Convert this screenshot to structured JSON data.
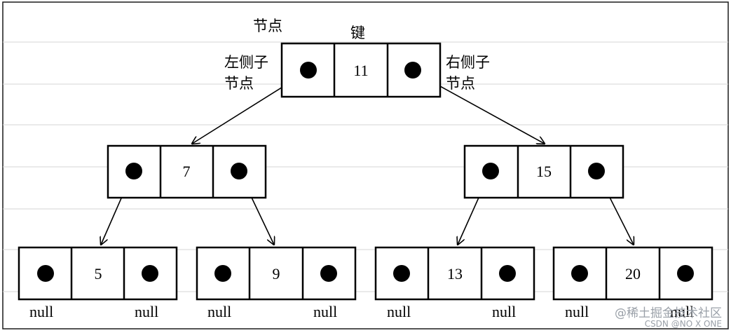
{
  "annotations": {
    "node_label": "节点",
    "key_label": "键",
    "left_child_line1": "左侧子",
    "left_child_line2": "节点",
    "right_child_line1": "右侧子",
    "right_child_line2": "节点"
  },
  "tree": {
    "root": {
      "key": "11",
      "left": {
        "key": "7",
        "left": {
          "key": "5",
          "left": "null",
          "right": "null"
        },
        "right": {
          "key": "9",
          "left": "null",
          "right": "null"
        }
      },
      "right": {
        "key": "15",
        "left": {
          "key": "13",
          "left": "null",
          "right": "null"
        },
        "right": {
          "key": "20",
          "left": "null",
          "right": "null"
        }
      }
    }
  },
  "null_labels": [
    "null",
    "null",
    "null",
    "null",
    "null",
    "null",
    "null",
    "null"
  ],
  "watermark": {
    "site": "@稀土掘金技术社区",
    "credit": "CSDN @NO X ONE"
  },
  "colors": {
    "line": "#000000",
    "background": "#ffffff",
    "watermark": "#9aa0a8"
  }
}
